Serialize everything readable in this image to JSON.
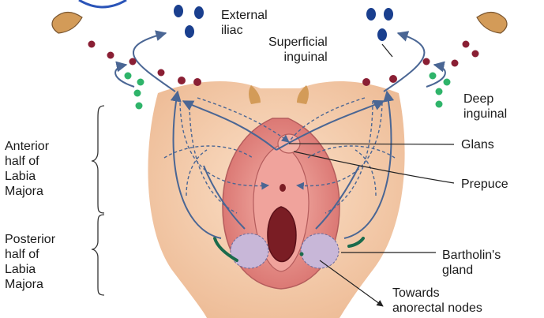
{
  "labels": {
    "external_iliac": "External\niliac",
    "superficial_inguinal": "Superficial\ninguinal",
    "deep_inguinal": "Deep\ninguinal",
    "glans": "Glans",
    "prepuce": "Prepuce",
    "bartholins_gland": "Bartholin's\ngland",
    "towards_anorectal": "Towards\nanorectal nodes",
    "anterior_half": "Anterior\nhalf of\nLabia\nMajora",
    "posterior_half": "Posterior\nhalf of\nLabia\nMajora"
  },
  "colors": {
    "skin": "#f6d1b3",
    "labia": "#e98f88",
    "external_iliac_nodes": "#1a3f8e",
    "superficial_inguinal_nodes": "#8a1f34",
    "deep_inguinal_nodes": "#2fb46a",
    "lymph_vessels": "#4a6694",
    "bartholin_gland": "#c8b7d8"
  }
}
